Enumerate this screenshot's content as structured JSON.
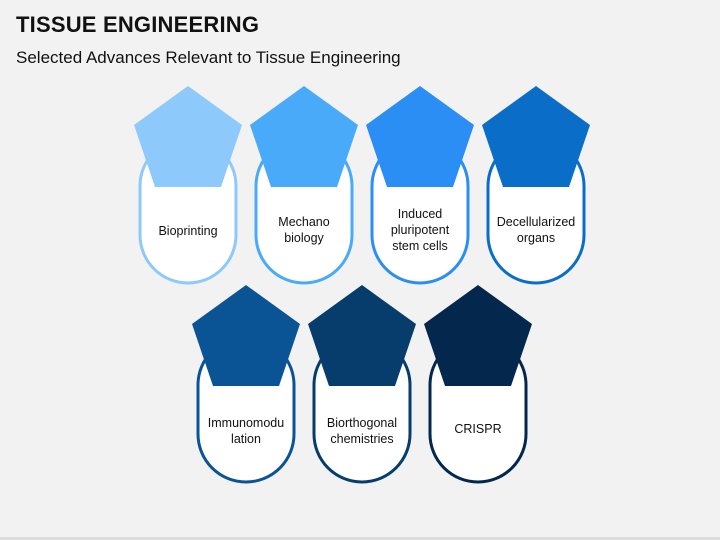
{
  "header": {
    "title": "TISSUE ENGINEERING",
    "subtitle": "Selected Advances Relevant to Tissue Engineering"
  },
  "items": [
    {
      "label": "Bioprinting",
      "color": "#8ec9fb"
    },
    {
      "label": "Mechano biology",
      "color": "#4aaafa"
    },
    {
      "label": "Induced pluripotent stem cells",
      "color": "#2a8ef4"
    },
    {
      "label": "Decellularized organs",
      "color": "#0a6ec8"
    },
    {
      "label": "Immunomodu lation",
      "color": "#0a5496"
    },
    {
      "label": "Biorthogonal chemistries",
      "color": "#063d6c"
    },
    {
      "label": "CRISPR",
      "color": "#04274d"
    }
  ]
}
